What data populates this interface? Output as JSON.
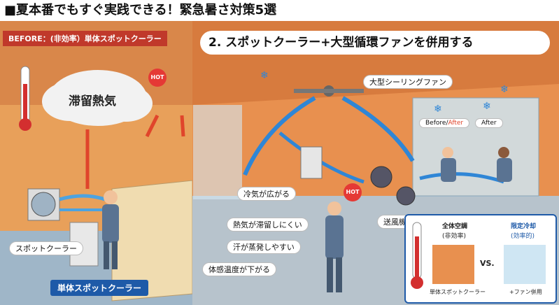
{
  "title": "■夏本番でもすぐ実践できる！緊急暑さ対策5選",
  "left_panel": {
    "badge": "BEFORE：(非効率）単体スポットクーラー",
    "cloud_label": "滞留熱気",
    "hot_badge": "HOT",
    "spot_cooler_label": "スポットクーラー",
    "bottom_badge": "単体スポットクーラー"
  },
  "right_panel": {
    "headline": "2. スポットクーラー+大型循環ファンを併用する",
    "ceiling_fan_label": "大型シーリングファン",
    "before_after": {
      "before": "Before",
      "slash": "/",
      "after": "After"
    },
    "after_label": "After",
    "hot_badge": "HOT",
    "blower_label": "送風機",
    "benefits": [
      "冷気が広がる",
      "熱気が滞留しにくい",
      "汗が蒸発しやすい",
      "体感温度が下がる"
    ]
  },
  "inset": {
    "left_title": "全体空調",
    "left_sub": "(非効率)",
    "left_caption": "単体スポットクーラー",
    "vs": "VS.",
    "right_title": "限定冷却",
    "right_sub": "(効率的)",
    "right_caption": "+ファン併用"
  },
  "colors": {
    "accent_red": "#c0392b",
    "accent_blue": "#1e5aa8",
    "warm_bg": "#e9a45b",
    "cool_bg": "#cfe6f3"
  }
}
